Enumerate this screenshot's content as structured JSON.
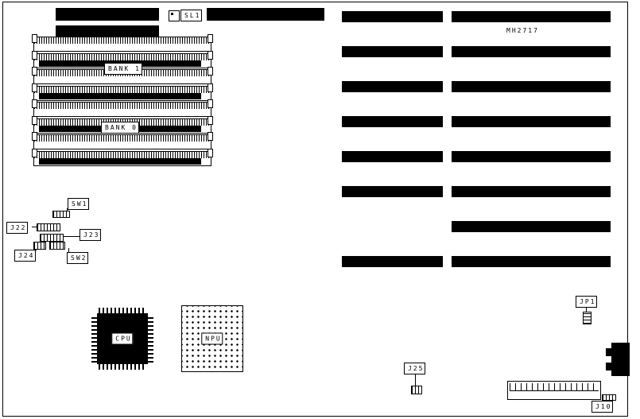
{
  "board": {
    "part_number": "MH2717",
    "memory": {
      "bank1": "BANK 1",
      "bank0": "BANK 0"
    },
    "connectors": {
      "sl1": "SL1",
      "sw1": "SW1",
      "sw2": "SW2",
      "j22": "J22",
      "j23": "J23",
      "j24": "J24",
      "j25": "J25",
      "jp1": "JP1",
      "j10": "J10"
    },
    "chips": {
      "cpu": "CPU",
      "npu": "NPU"
    }
  }
}
